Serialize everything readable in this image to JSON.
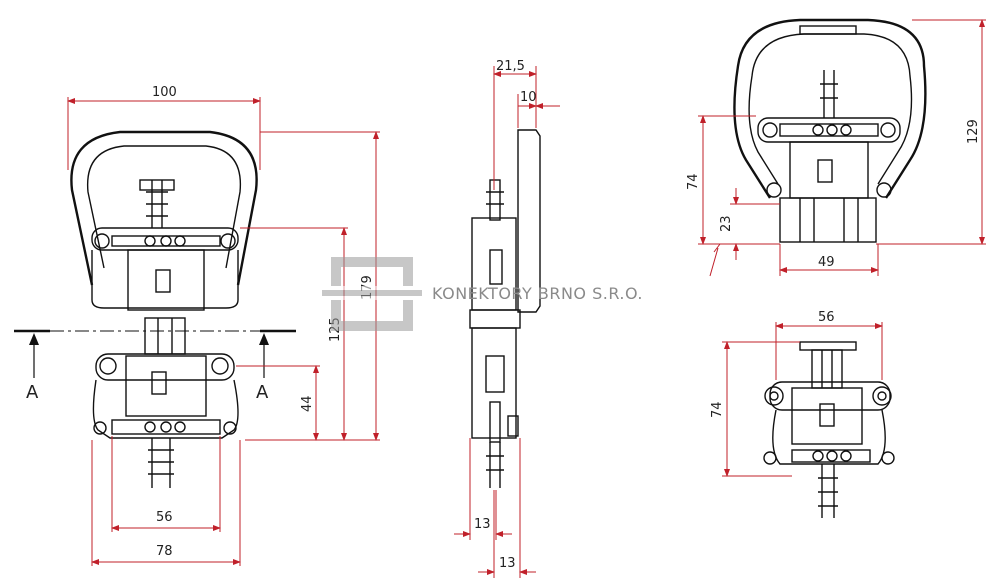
{
  "watermark": {
    "company": "KONEKTORY BRNO S.R.O."
  },
  "front_view": {
    "dims": {
      "width_top": "100",
      "height_total": "179",
      "height_mid": "125",
      "height_low": "44",
      "inner_width": "56",
      "outer_width": "78"
    },
    "section_labels": {
      "left": "A",
      "right": "A"
    }
  },
  "side_view": {
    "dims": {
      "depth_total": "21,5",
      "depth_plate": "10",
      "bottom_a": "13",
      "bottom_b": "13"
    }
  },
  "top_right_view": {
    "dims": {
      "height_total": "129",
      "height_mid": "74",
      "height_small": "23",
      "width": "49"
    }
  },
  "bottom_right_view": {
    "dims": {
      "width": "56",
      "height": "74"
    }
  },
  "colors": {
    "dimension_line": "#c0202a",
    "outline": "#111111",
    "watermark": "#9a9a9a"
  }
}
